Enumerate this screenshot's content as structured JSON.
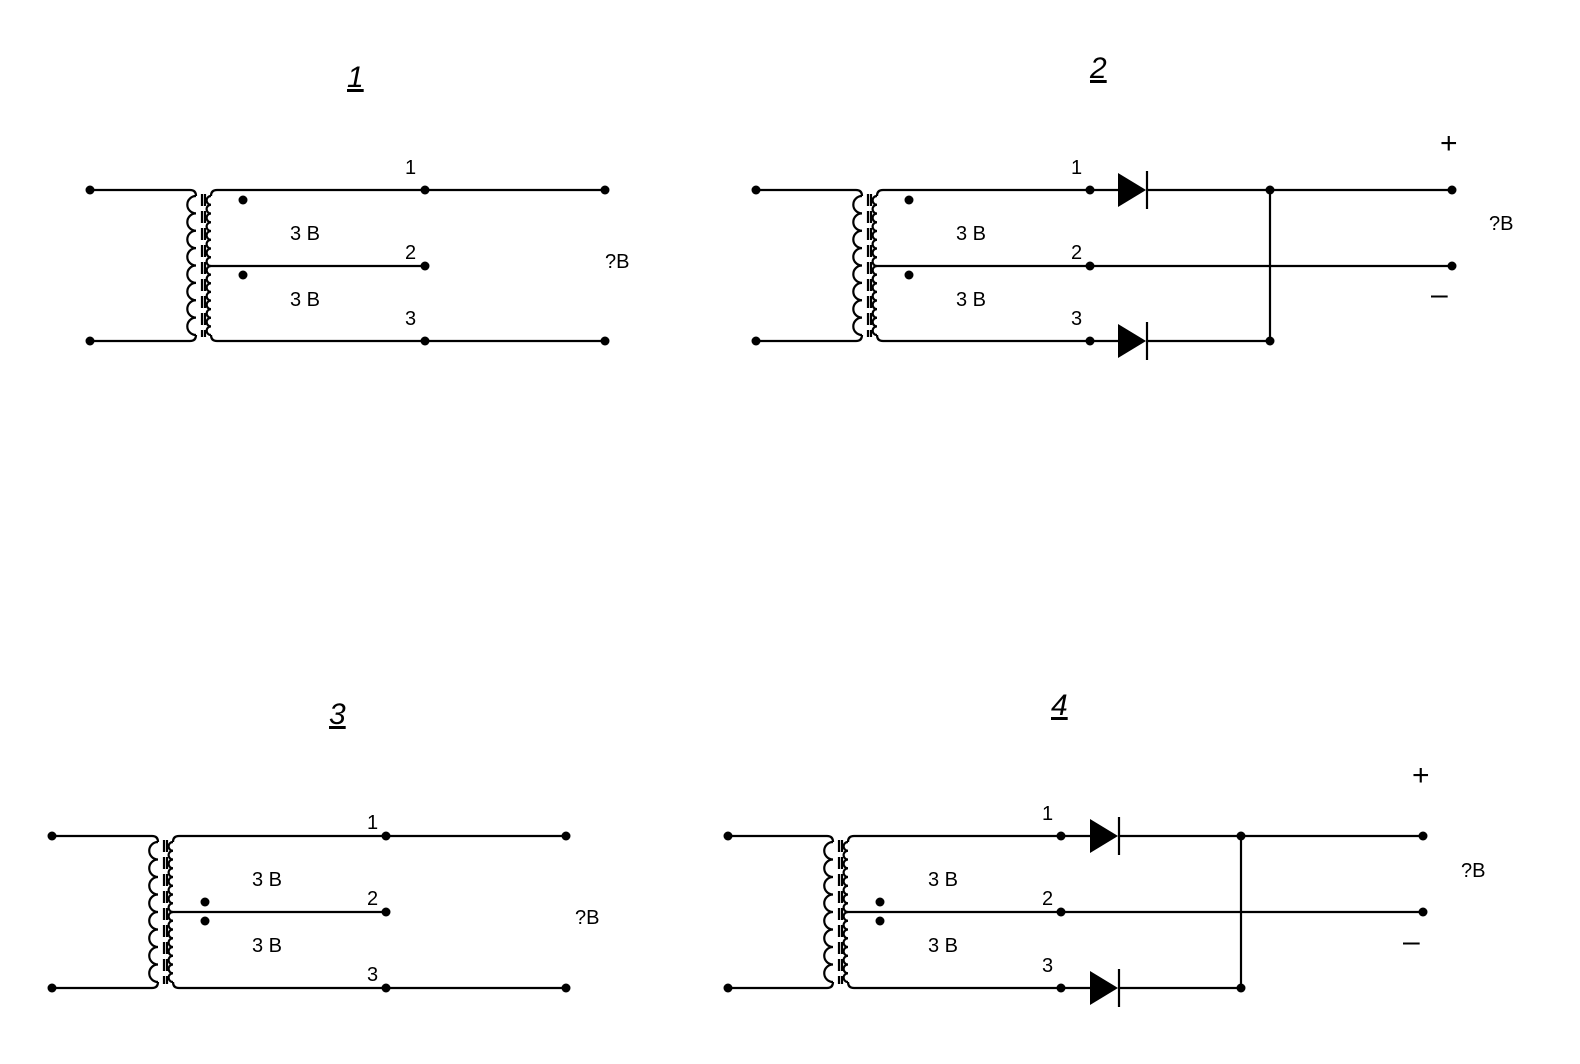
{
  "diagrams": [
    {
      "title": "1",
      "winding_top": "3 В",
      "winding_bottom": "3 В",
      "tap1": "1",
      "tap2": "2",
      "tap3": "3",
      "output": "?В",
      "rectifier": false
    },
    {
      "title": "2",
      "winding_top": "3 В",
      "winding_bottom": "3 В",
      "tap1": "1",
      "tap2": "2",
      "tap3": "3",
      "output": "?В",
      "plus": "+",
      "minus": "–",
      "rectifier": true
    },
    {
      "title": "3",
      "winding_top": "3 В",
      "winding_bottom": "3 В",
      "tap1": "1",
      "tap2": "2",
      "tap3": "3",
      "output": "?В",
      "rectifier": false
    },
    {
      "title": "4",
      "winding_top": "3 В",
      "winding_bottom": "3 В",
      "tap1": "1",
      "tap2": "2",
      "tap3": "3",
      "output": "?В",
      "plus": "+",
      "minus": "–",
      "rectifier": true
    }
  ]
}
